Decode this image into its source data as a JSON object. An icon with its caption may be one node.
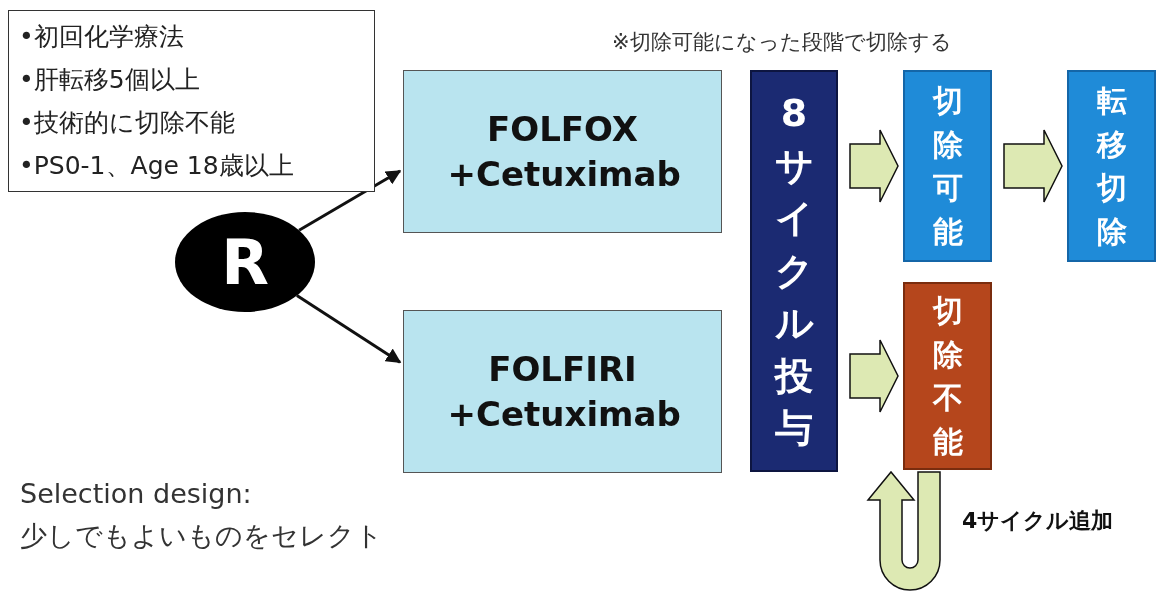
{
  "diagram": {
    "nodes": [
      {
        "text": [
          "•初回化学療法",
          "•肝転移5個以上",
          "•技術的に切除不能",
          "•PS0-1、Age 18歳以上"
        ]
      },
      {
        "text": [
          "R"
        ]
      },
      {
        "text": [
          "FOLFOX +Cetuximab"
        ]
      },
      {
        "text": [
          "FOLFIRI +Cetuximab"
        ]
      },
      {
        "text": [
          "8サイクル投与"
        ]
      },
      {
        "text": [
          "切除可能"
        ]
      },
      {
        "text": [
          "転移切除"
        ]
      },
      {
        "text": [
          "切除不能"
        ]
      }
    ],
    "edges": [
      {
        "from": 1,
        "to": 2,
        "arrow": "to"
      },
      {
        "from": 1,
        "to": 3,
        "arrow": "to"
      },
      {
        "from": 4,
        "to": 5,
        "arrow": "to",
        "style": "thick"
      },
      {
        "from": 4,
        "to": 7,
        "arrow": "to",
        "style": "thick"
      },
      {
        "from": 5,
        "to": 6,
        "arrow": "to",
        "style": "thick"
      },
      {
        "from": 7,
        "to": 7,
        "arrow": "to",
        "style": "thick",
        "label": "4サイクル追加"
      }
    ],
    "labels": [
      "※切除可能になった段階で切除する",
      "Selection design:",
      "少しでもよいものをセレクト"
    ]
  }
}
